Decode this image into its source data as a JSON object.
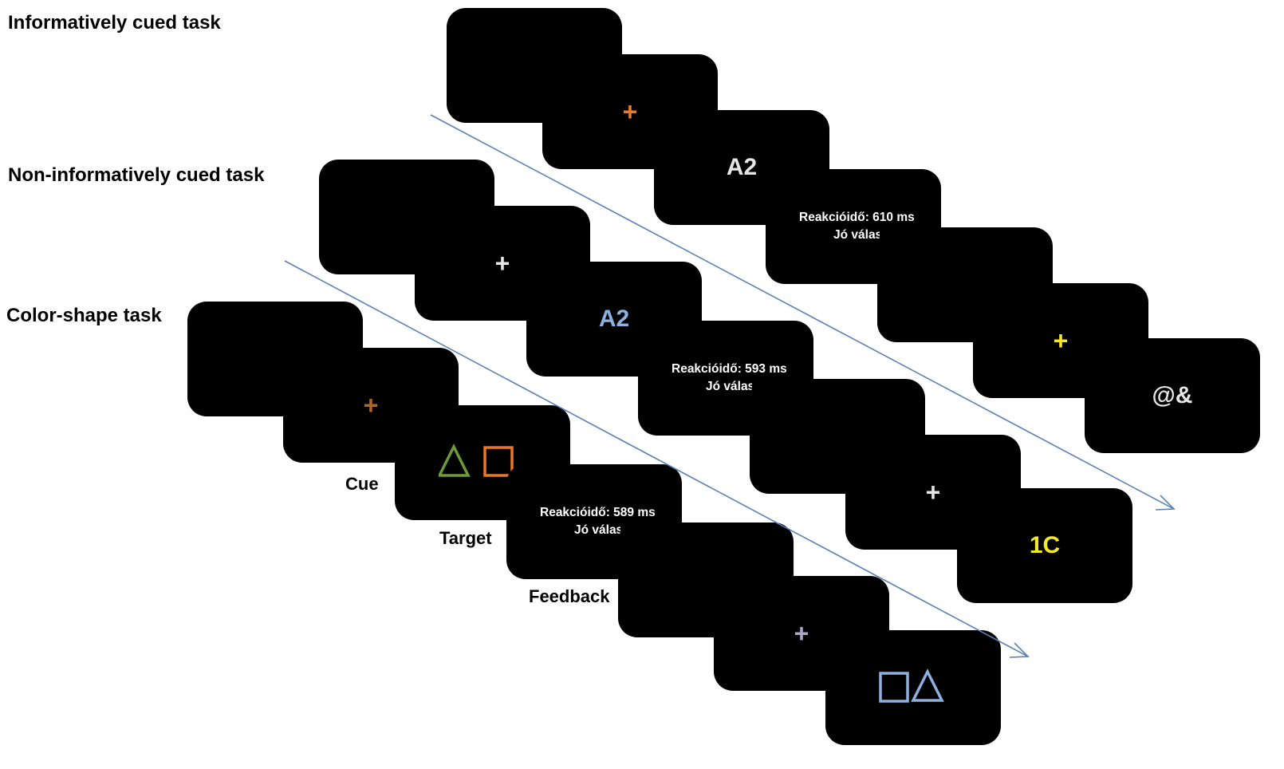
{
  "tasks": [
    {
      "label": "Informatively cued task",
      "fixation": {
        "symbol": "+",
        "color": "#e87a2a"
      },
      "stimulus": {
        "text": "A2",
        "color": "#e6e6e6"
      },
      "feedback": {
        "line1": "Reakcióidő: 610 ms",
        "line2": "Jó válasz"
      },
      "fixation2": {
        "symbol": "+",
        "color": "#f2e827"
      },
      "stimulus2": {
        "text": "@&",
        "color": "#e6e6e6"
      }
    },
    {
      "label": "Non-informatively cued task",
      "fixation": {
        "symbol": "+",
        "color": "#e6e6e6"
      },
      "stimulus": {
        "text": "A2",
        "color": "#8fb0de"
      },
      "feedback": {
        "line1": "Reakcióidő: 593 ms",
        "line2": "Jó válasz"
      },
      "fixation2": {
        "symbol": "+",
        "color": "#e6e6e6"
      },
      "stimulus2": {
        "text": "1C",
        "color": "#f2e827"
      }
    },
    {
      "label": "Color-shape task",
      "fixation": {
        "symbol": "+",
        "color": "#b0652a"
      },
      "stimulus": {
        "shapes": [
          {
            "shape": "triangle-icon",
            "color": "#6f9a3c"
          },
          {
            "shape": "square-icon",
            "color": "#e8772a"
          }
        ]
      },
      "feedback": {
        "line1": "Reakcióidő: 589 ms",
        "line2": "Jó válasz"
      },
      "fixation2": {
        "symbol": "+",
        "color": "#a9a6c8"
      },
      "stimulus2": {
        "shapes": [
          {
            "shape": "square-icon",
            "color": "#8fb0de"
          },
          {
            "shape": "triangle-icon",
            "color": "#8fb0de"
          }
        ]
      }
    }
  ],
  "phase_labels": {
    "cue": "Cue",
    "target": "Target",
    "feedback": "Feedback"
  },
  "arrow_color": "#5b82b5"
}
